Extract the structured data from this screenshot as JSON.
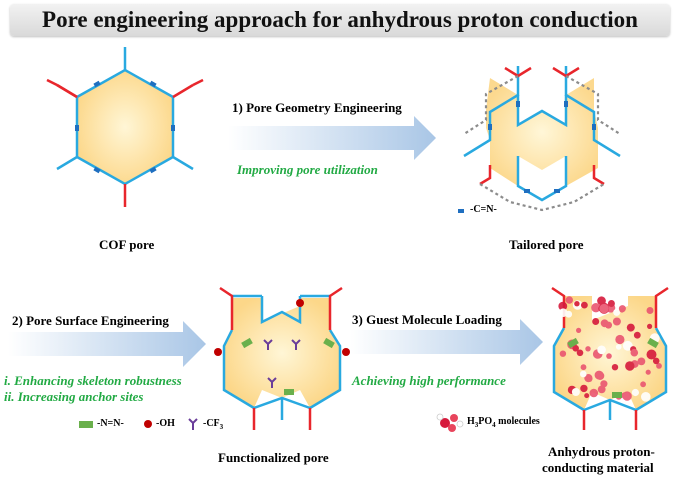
{
  "title": "Pore engineering approach for anhydrous proton conduction",
  "steps": {
    "step1": "1) Pore Geometry Engineering",
    "step1_benefit": "Improving pore utilization",
    "step2": "2) Pore Surface Engineering",
    "step2_benefit_1": "i. Enhancing skeleton robustness",
    "step2_benefit_2": "ii. Increasing anchor sites",
    "step3": "3) Guest Molecule Loading",
    "step3_benefit": "Achieving high performance"
  },
  "captions": {
    "cof_pore": "COF pore",
    "tailored_pore": "Tailored pore",
    "functionalized_pore": "Functionalized pore",
    "final_line1": "Anhydrous proton-",
    "final_line2": "conducting material"
  },
  "legend": {
    "imine": "-C=N-",
    "azo": "-N=N-",
    "hydroxyl": "-OH",
    "cf3": "-CF",
    "cf3_sub": "3",
    "h3po4_h": "H",
    "h3po4_3": "3",
    "h3po4_po": "PO",
    "h3po4_4": "4",
    "h3po4_rest": " molecules"
  },
  "colors": {
    "blue_edge": "#29a9e0",
    "red_edge": "#e8262c",
    "pore_fill_center": "#fff6d6",
    "pore_fill_edge": "#fcd789",
    "imine_marker": "#1f6fc0",
    "azo_marker": "#6ab04c",
    "oh_marker": "#c00000",
    "cf3_marker": "#6a3d9a",
    "arrow": "#bcd4ec"
  }
}
